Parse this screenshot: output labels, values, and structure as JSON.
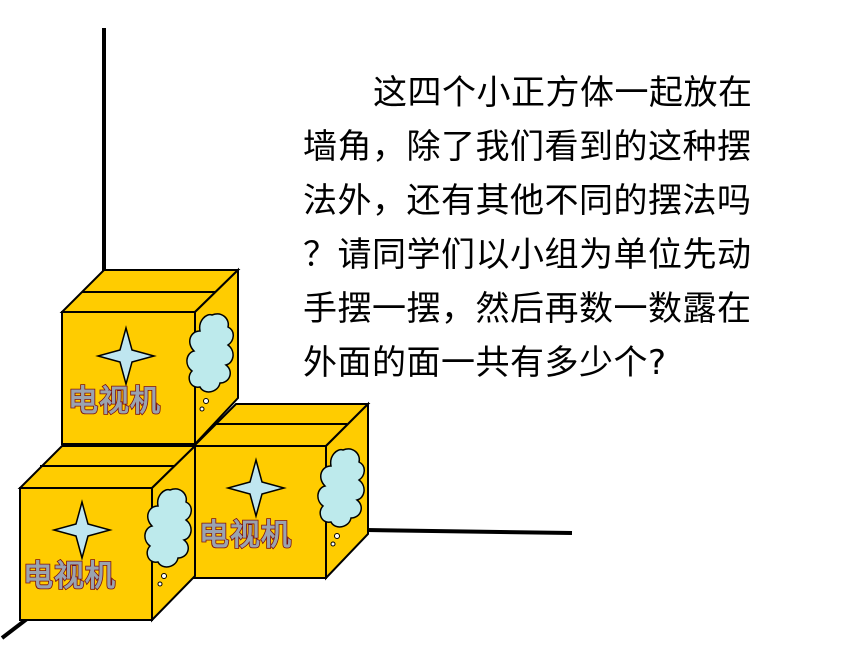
{
  "question": {
    "lines": [
      "这四个小正方体一起放在",
      "墙角，除了我们看到的这种摆",
      "法外，还有其他不同的摆法吗",
      "？请同学们以小组为单位先动",
      "手摆一摆，然后再数一数露在",
      "外面的面一共有多少个?"
    ]
  },
  "boxes": [
    {
      "label": "电视机"
    },
    {
      "label": "电视机"
    },
    {
      "label": "电视机"
    }
  ],
  "colors": {
    "box_face": "#FFCC00",
    "box_outline": "#000000",
    "cloud": "#BDEAEC",
    "star": "#BFE6F0",
    "label_fill": "#9aa3b0",
    "label_outline": "#7a1010"
  }
}
